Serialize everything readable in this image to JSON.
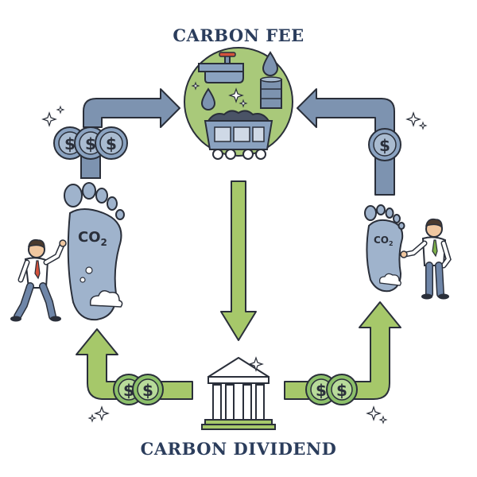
{
  "labels": {
    "top": "CARBON FEE",
    "bottom": "CARBON DIVIDEND",
    "co2": "CO",
    "co2_sub": "2",
    "dollar": "$"
  },
  "colors": {
    "outline": "#2a2f3a",
    "blue_arrow": "#7d93b0",
    "blue_arrow_light": "#a9bbd0",
    "green_arrow": "#a6c86a",
    "green_arrow_light": "#cfe3a6",
    "green_bg": "#a9c97a",
    "coin_blue": "#8aa2c0",
    "coin_green": "#8cc06a",
    "foot": "#9fb3cc",
    "person_shirt": "#ffffff",
    "person_pants": "#6f86a8",
    "tie": "#d4523c",
    "tie_green": "#7db04a",
    "skin": "#f0c7a0",
    "hair": "#4a3a2e"
  },
  "icons": [
    "oil-pipe-icon",
    "oil-drop-icon",
    "oil-barrel-icon",
    "coal-wagon-icon",
    "bank-building-icon",
    "footprint-icon",
    "coin-icon",
    "sparkle-icon",
    "person-icon",
    "cloud-icon"
  ]
}
